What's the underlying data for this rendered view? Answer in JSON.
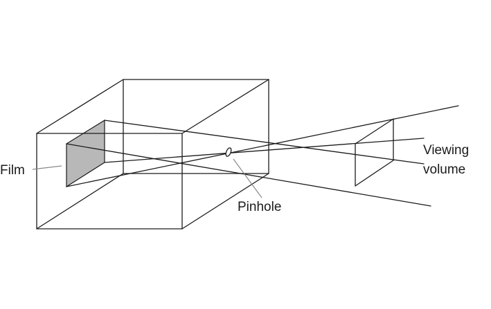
{
  "labels": {
    "film": "Film",
    "pinhole": "Pinhole",
    "viewing_line1": "Viewing",
    "viewing_line2": "volume"
  },
  "colors": {
    "line": "#1a1a1a",
    "film_fill": "#b8b8b8",
    "background": "#ffffff"
  }
}
